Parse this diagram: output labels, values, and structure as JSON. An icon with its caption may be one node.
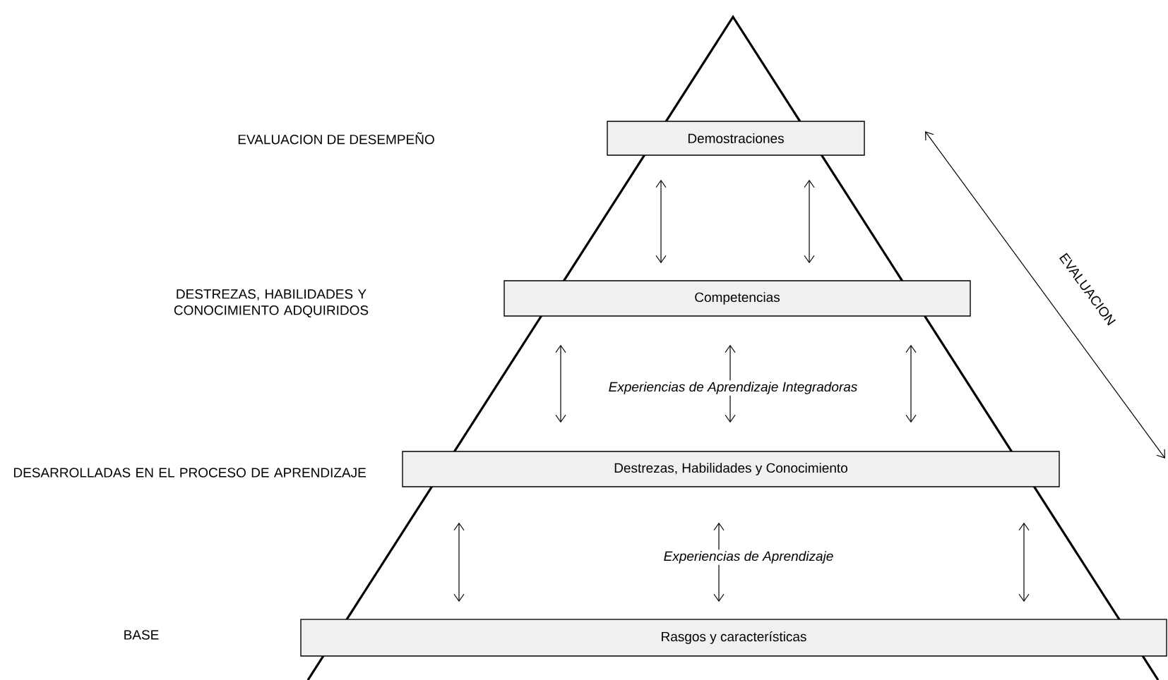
{
  "diagram": {
    "nodes": [
      {
        "text": [
          "Demostraciones"
        ]
      },
      {
        "text": [
          "Competencias"
        ]
      },
      {
        "text": [
          "Destrezas, Habilidades y Conocimiento"
        ]
      },
      {
        "text": [
          "Rasgos y características"
        ]
      }
    ],
    "edges": [
      {
        "from": 0,
        "to": 1,
        "arrow": "both"
      },
      {
        "from": 0,
        "to": 1,
        "arrow": "both"
      },
      {
        "from": 1,
        "to": 2,
        "arrow": "both"
      },
      {
        "from": 1,
        "to": 2,
        "arrow": "both"
      },
      {
        "from": 1,
        "to": 2,
        "arrow": "both"
      },
      {
        "from": 2,
        "to": 3,
        "arrow": "both"
      },
      {
        "from": 2,
        "to": 3,
        "arrow": "both"
      },
      {
        "from": 2,
        "to": 3,
        "arrow": "both"
      }
    ],
    "labels": [
      "EVALUACION DE DESEMPEÑO",
      "EVALUACION",
      "DESTREZAS, HABILIDADES Y CONOCIMIENTO ADQUIRIDOS",
      "Experiencias de Aprendizaje Integradoras",
      "DESARROLLADAS EN EL PROCESO DE APRENDIZAJE",
      "Experiencias de Aprendizaje",
      "BASE"
    ]
  }
}
